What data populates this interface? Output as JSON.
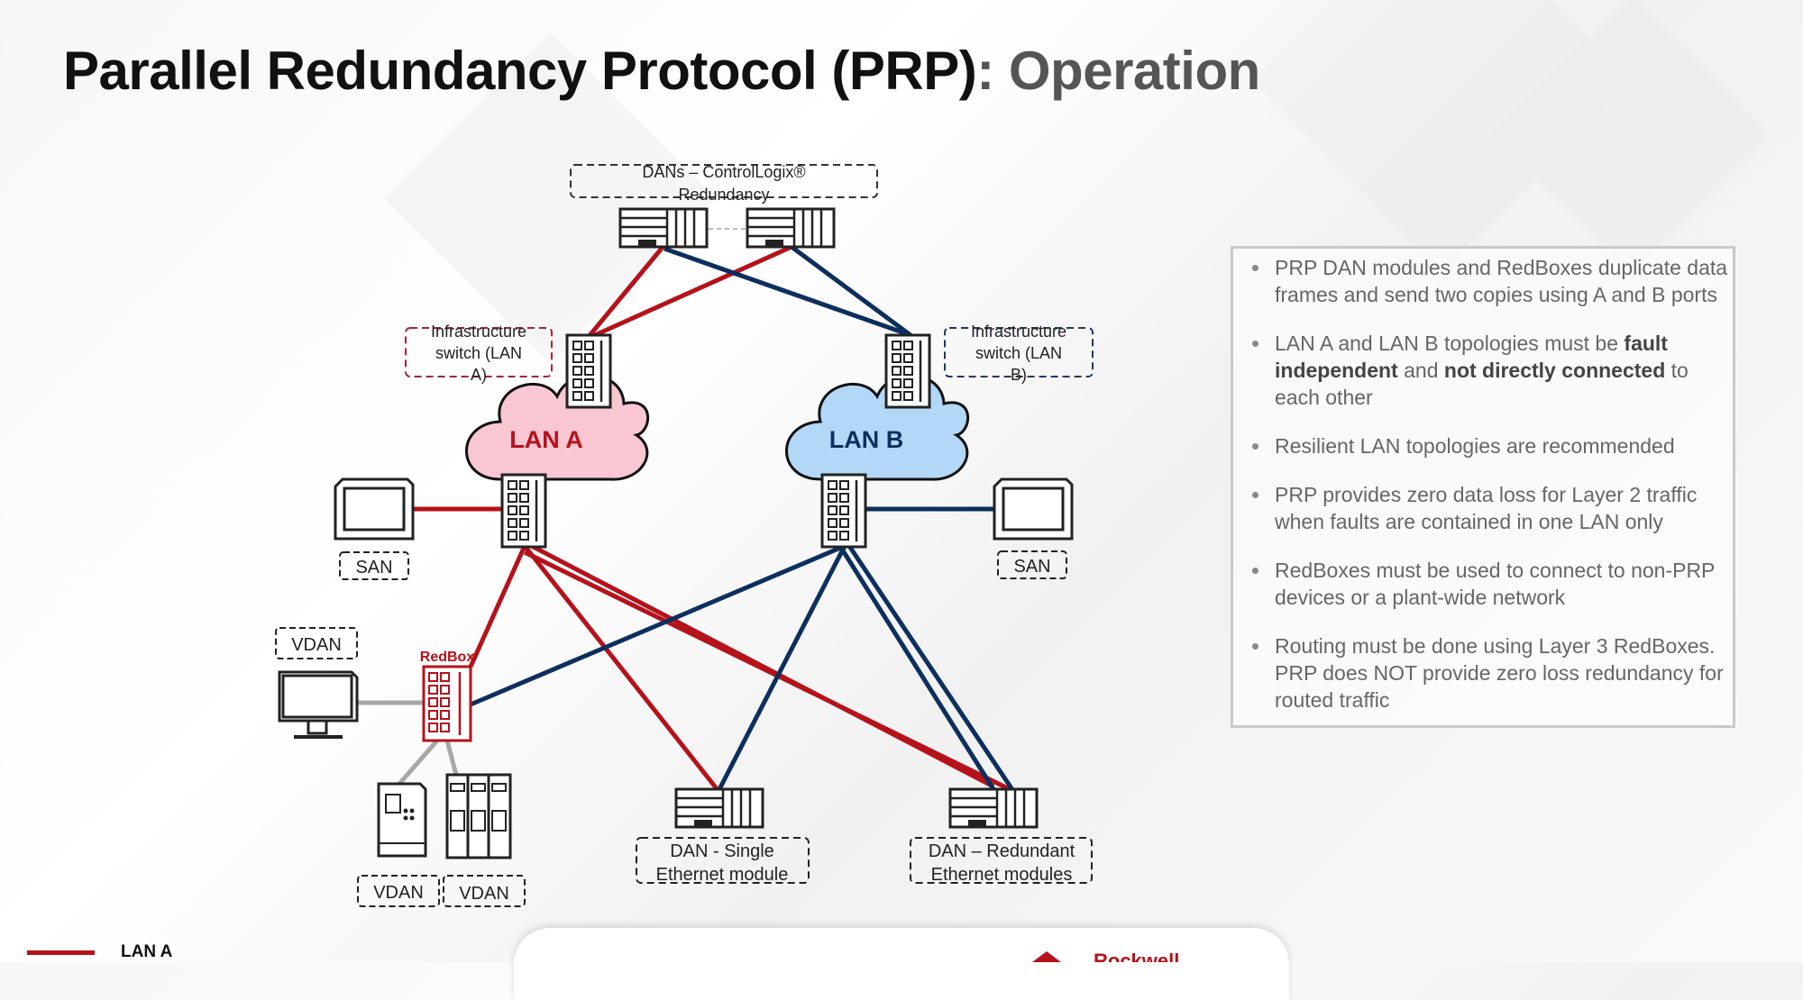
{
  "title": {
    "main": "Parallel Redundancy Protocol (PRP)",
    "separator": ":",
    "sub": "Operation"
  },
  "colors": {
    "lan_a": "#b5121b",
    "lan_b": "#0d2f5e",
    "cloud_a_fill": "#f8c7d2",
    "cloud_b_fill": "#b3d8f7",
    "redbox": "#b5121b",
    "vdan_link": "#a8a8a8"
  },
  "diagram": {
    "dans_label_line1": "DANs – ControlLogix®",
    "dans_label_line2": "Redundancy",
    "infra_a_line1": "Infrastructure",
    "infra_a_line2": "switch (LAN",
    "infra_a_line3": "A)",
    "infra_b_line1": "Infrastructure",
    "infra_b_line2": "switch (LAN",
    "infra_b_line3": "B)",
    "lan_a": "LAN A",
    "lan_b": "LAN B",
    "san_left": "SAN",
    "san_right": "SAN",
    "vdan_top": "VDAN",
    "redbox": "RedBox",
    "vdan_bottom_1": "VDAN",
    "vdan_bottom_2": "VDAN",
    "dan_single_line1": "DAN - Single",
    "dan_single_line2": "Ethernet module",
    "dan_redundant_line1": "DAN – Redundant",
    "dan_redundant_line2": "Ethernet modules"
  },
  "bullets": [
    {
      "t1": "PRP DAN modules and RedBoxes duplicate data frames and send two copies using A and B ports"
    },
    {
      "t1": "LAN A and LAN B topologies must be ",
      "b1": "fault independent",
      "t2": " and ",
      "b2": "not directly connected",
      "t3": " to each other"
    },
    {
      "t1": "Resilient LAN topologies are recommended"
    },
    {
      "t1": "PRP provides zero data loss for Layer 2 traffic when faults are contained in one LAN only"
    },
    {
      "t1": "RedBoxes must be used to connect to non-PRP devices or a plant-wide network"
    },
    {
      "t1": "Routing must be done using Layer 3 RedBoxes. PRP does NOT provide zero loss redundancy for routed traffic"
    }
  ],
  "legend": {
    "lan_a": "LAN A"
  },
  "footer": {
    "logo_text": "Rockwell"
  }
}
